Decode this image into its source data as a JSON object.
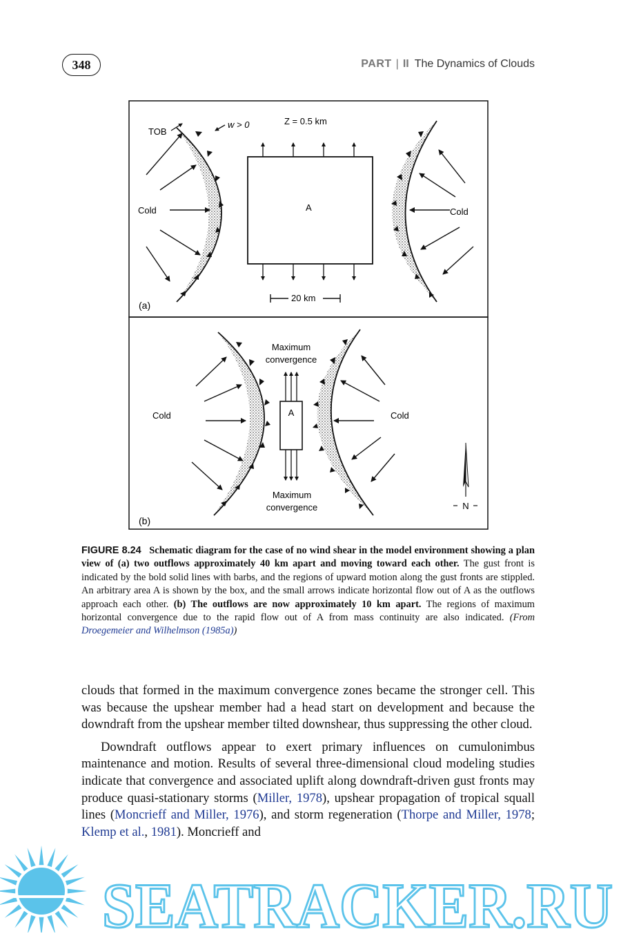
{
  "header": {
    "page_number": "348",
    "part_label": "PART",
    "part_number": "II",
    "chapter_title": "The Dynamics of Clouds"
  },
  "figure": {
    "panel_a": {
      "label": "(a)",
      "tob": "TOB",
      "w_label": "w > 0",
      "z_label": "Z = 0.5 km",
      "area_label": "A",
      "cold_left": "Cold",
      "cold_right": "Cold",
      "scale_label": "20 km"
    },
    "panel_b": {
      "label": "(b)",
      "max_conv_top_1": "Maximum",
      "max_conv_top_2": "convergence",
      "max_conv_bottom_1": "Maximum",
      "max_conv_bottom_2": "convergence",
      "area_label": "A",
      "cold_left": "Cold",
      "cold_right": "Cold",
      "north_label": "N"
    }
  },
  "caption": {
    "label": "FIGURE 8.24",
    "bold_lead": "Schematic diagram for the case of no wind shear in the model environment showing a plan view of (a) two outflows approximately 40 km apart and moving toward each other.",
    "text_1": "The gust front is indicated by the bold solid lines with barbs, and the regions of upward motion along the gust fronts are stippled. An arbitrary area A is shown by the box, and the small arrows indicate horizontal flow out of A as the outflows approach each other.",
    "bold_b": "(b) The outflows are now approximately 10 km apart.",
    "text_2": "The regions of maximum horizontal convergence due to the rapid flow out of A from mass continuity are also indicated.",
    "source_open": "(From ",
    "source_link": "Droegemeier and Wilhelmson (1985a)",
    "source_close": ")"
  },
  "body": {
    "p1": "clouds that formed in the maximum convergence zones became the stronger cell. This was because the upshear member had a head start on development and because the downdraft from the upshear member tilted downshear, thus suppressing the other cloud.",
    "p2_a": "Downdraft outflows appear to exert primary influences on cumulonimbus maintenance and motion. Results of several three-dimensional cloud modeling studies indicate that convergence and associated uplift along downdraft-driven gust fronts may produce quasi-stationary storms (",
    "ref_miller": "Miller, 1978",
    "p2_b": "), upshear propagation of tropical squall lines (",
    "ref_moncrieff": "Moncrieff and Miller, 1976",
    "p2_c": "), and storm regeneration (",
    "ref_thorpe": "Thorpe and Miller, 1978",
    "p2_d": "; ",
    "ref_klemp": "Klemp et al.",
    "p2_e": ", ",
    "ref_1981": "1981",
    "p2_f": "). Moncrieff and"
  },
  "watermark": {
    "text": "SEATRACKER.RU",
    "color": "#5bc3ea"
  }
}
